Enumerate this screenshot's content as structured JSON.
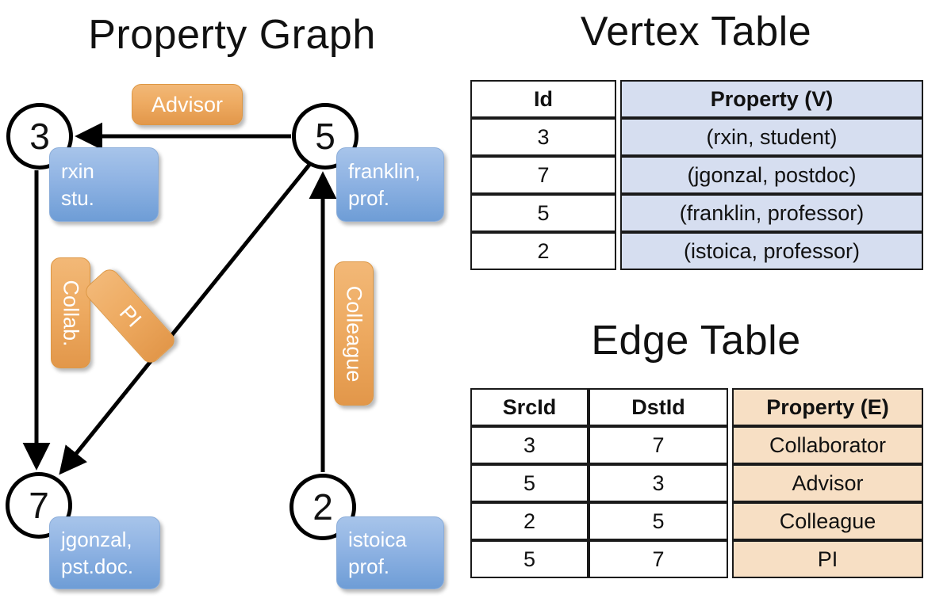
{
  "titles": {
    "property_graph": "Property Graph",
    "vertex_table": "Vertex Table",
    "edge_table": "Edge Table"
  },
  "colors": {
    "vertex_property_fill": "#d6def0",
    "edge_property_fill": "#f7dfc4",
    "node_box_blue": "#8fb3e3",
    "edge_label_orange": "#eeab62",
    "border": "#1a1a1a"
  },
  "graph": {
    "nodes": [
      {
        "id": "3",
        "label_line1": "rxin",
        "label_line2": "stu."
      },
      {
        "id": "5",
        "label_line1": "franklin,",
        "label_line2": "prof."
      },
      {
        "id": "7",
        "label_line1": "jgonzal,",
        "label_line2": "pst.doc."
      },
      {
        "id": "2",
        "label_line1": "istoica",
        "label_line2": "prof."
      }
    ],
    "edge_labels": [
      {
        "name": "advisor",
        "text": "Advisor"
      },
      {
        "name": "collab",
        "text": "Collab."
      },
      {
        "name": "pi",
        "text": "PI"
      },
      {
        "name": "colleague",
        "text": "Colleague"
      }
    ]
  },
  "vertex_table": {
    "headers": [
      "Id",
      "Property (V)"
    ],
    "rows": [
      {
        "id": "3",
        "property": "(rxin, student)"
      },
      {
        "id": "7",
        "property": "(jgonzal, postdoc)"
      },
      {
        "id": "5",
        "property": "(franklin, professor)"
      },
      {
        "id": "2",
        "property": "(istoica, professor)"
      }
    ]
  },
  "edge_table": {
    "headers": [
      "SrcId",
      "DstId",
      "Property (E)"
    ],
    "rows": [
      {
        "src": "3",
        "dst": "7",
        "property": "Collaborator"
      },
      {
        "src": "5",
        "dst": "3",
        "property": "Advisor"
      },
      {
        "src": "2",
        "dst": "5",
        "property": "Colleague"
      },
      {
        "src": "5",
        "dst": "7",
        "property": "PI"
      }
    ]
  }
}
